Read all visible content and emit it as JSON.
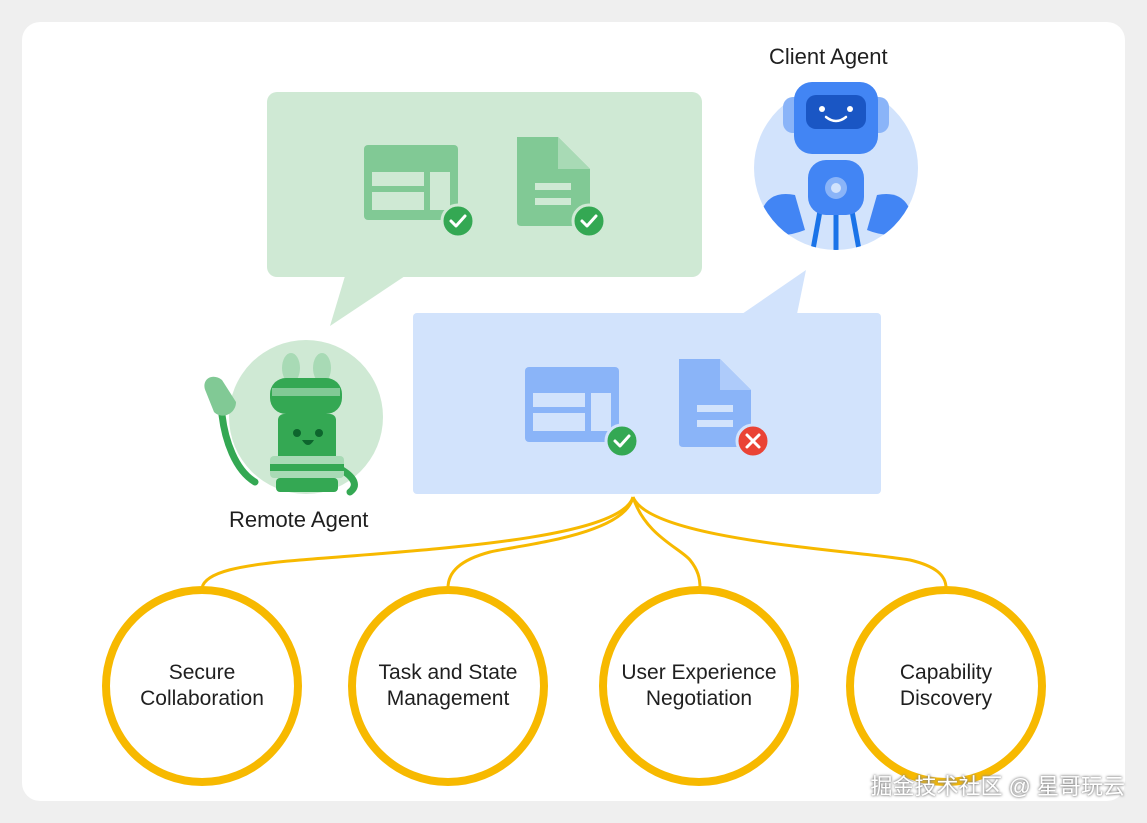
{
  "agents": {
    "client": {
      "label": "Client Agent"
    },
    "remote": {
      "label": "Remote Agent"
    }
  },
  "capabilities": [
    {
      "line1": "Secure",
      "line2": "Collaboration"
    },
    {
      "line1": "Task and State",
      "line2": "Management"
    },
    {
      "line1": "User Experience",
      "line2": "Negotiation"
    },
    {
      "line1": "Capability",
      "line2": "Discovery"
    }
  ],
  "watermark": "掘金技术社区 @ 星哥玩云",
  "colors": {
    "green_bubble": "#cfe9d4",
    "blue_bubble": "#d2e3fc",
    "accent_yellow": "#f7b900",
    "check_green": "#34a853",
    "error_red": "#ea4335"
  }
}
